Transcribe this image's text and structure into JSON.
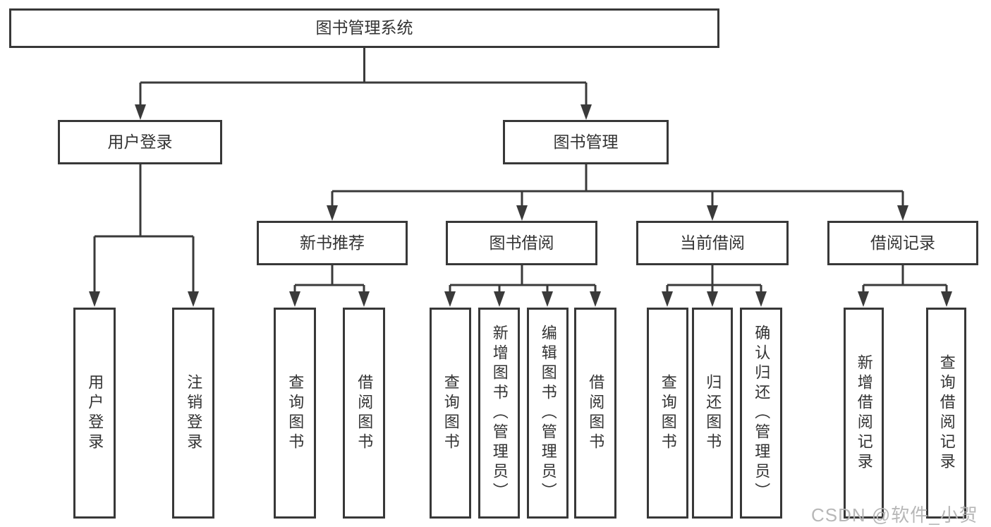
{
  "diagram": {
    "root": {
      "label": "图书管理系统"
    },
    "branches": [
      {
        "label": "用户登录",
        "children": [
          {
            "label": "用户登录"
          },
          {
            "label": "注销登录"
          }
        ]
      },
      {
        "label": "图书管理",
        "children": [
          {
            "label": "新书推荐",
            "children": [
              {
                "label": "查询图书"
              },
              {
                "label": "借阅图书"
              }
            ]
          },
          {
            "label": "图书借阅",
            "children": [
              {
                "label": "查询图书"
              },
              {
                "label": "新增图书（管理员）"
              },
              {
                "label": "编辑图书（管理员）"
              },
              {
                "label": "借阅图书"
              }
            ]
          },
          {
            "label": "当前借阅",
            "children": [
              {
                "label": "查询图书"
              },
              {
                "label": "归还图书"
              },
              {
                "label": "确认归还（管理员）"
              }
            ]
          },
          {
            "label": "借阅记录",
            "children": [
              {
                "label": "新增借阅记录"
              },
              {
                "label": "查询借阅记录"
              }
            ]
          }
        ]
      }
    ],
    "watermark": "CSDN @软件_小贺同学",
    "colors": {
      "line": "#3a3a3a",
      "text": "#333333",
      "box_background": "#ffffff",
      "watermark_text": "#b4b4b4",
      "background": "#ffffff"
    }
  }
}
